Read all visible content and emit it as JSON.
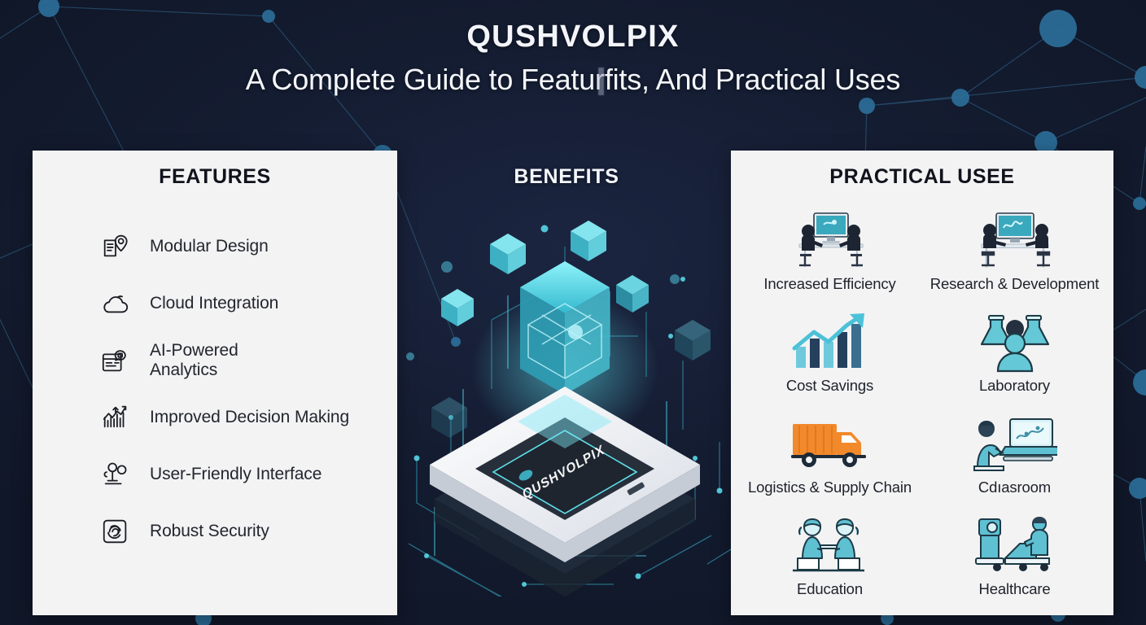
{
  "header": {
    "title": "QUSHVOLPIX",
    "subtitle": "A Complete Guide to Featurfits, And Practical Uses"
  },
  "colors": {
    "background_navy": "#151d33",
    "panel_background": "#f3f3f4",
    "network_node": "#2b6c96",
    "accent_cyan": "#5fe3ee",
    "accent_teal": "#69c6d4",
    "accent_orange": "#f08a2c",
    "dark_navy_icon": "#253348",
    "heading_dark": "#10131c",
    "heading_light": "#f4f6fb"
  },
  "features": {
    "heading": "FEATURES",
    "items": [
      {
        "label": "Modular Design",
        "icon": "document-location-pin-icon"
      },
      {
        "label": "Cloud Integration",
        "icon": "cloud-icon"
      },
      {
        "label": "AI-Powered\nAnalytics",
        "icon": "ai-analytics-card-icon"
      },
      {
        "label": "Improved Decision Making",
        "icon": "bar-chart-uptrend-icon"
      },
      {
        "label": "User-Friendly Interface",
        "icon": "person-presentation-icon"
      },
      {
        "label": "Robust Security",
        "icon": "fingerprint-shield-icon"
      }
    ]
  },
  "benefits": {
    "heading": "BENEFITS",
    "device_label": "QUSHVOLPIX",
    "illustration": "isometric-device-hologram-network"
  },
  "practical_uses": {
    "heading": "PRACTICAL USEE",
    "items": [
      {
        "label": "Increased Efficiency",
        "icon": "two-people-desk-monitor-icon"
      },
      {
        "label": "Research & Development",
        "icon": "researchers-desk-monitor-icon"
      },
      {
        "label": "Cost Savings",
        "icon": "growth-chart-arrow-icon"
      },
      {
        "label": "Laboratory",
        "icon": "scientist-flasks-icon"
      },
      {
        "label": "Logistics & Supply Chain",
        "icon": "delivery-truck-icon"
      },
      {
        "label": "Cdıasroom",
        "icon": "student-laptop-icon"
      },
      {
        "label": "Education",
        "icon": "two-students-desk-icon"
      },
      {
        "label": "Healthcare",
        "icon": "medical-scanner-patient-icon"
      }
    ]
  }
}
